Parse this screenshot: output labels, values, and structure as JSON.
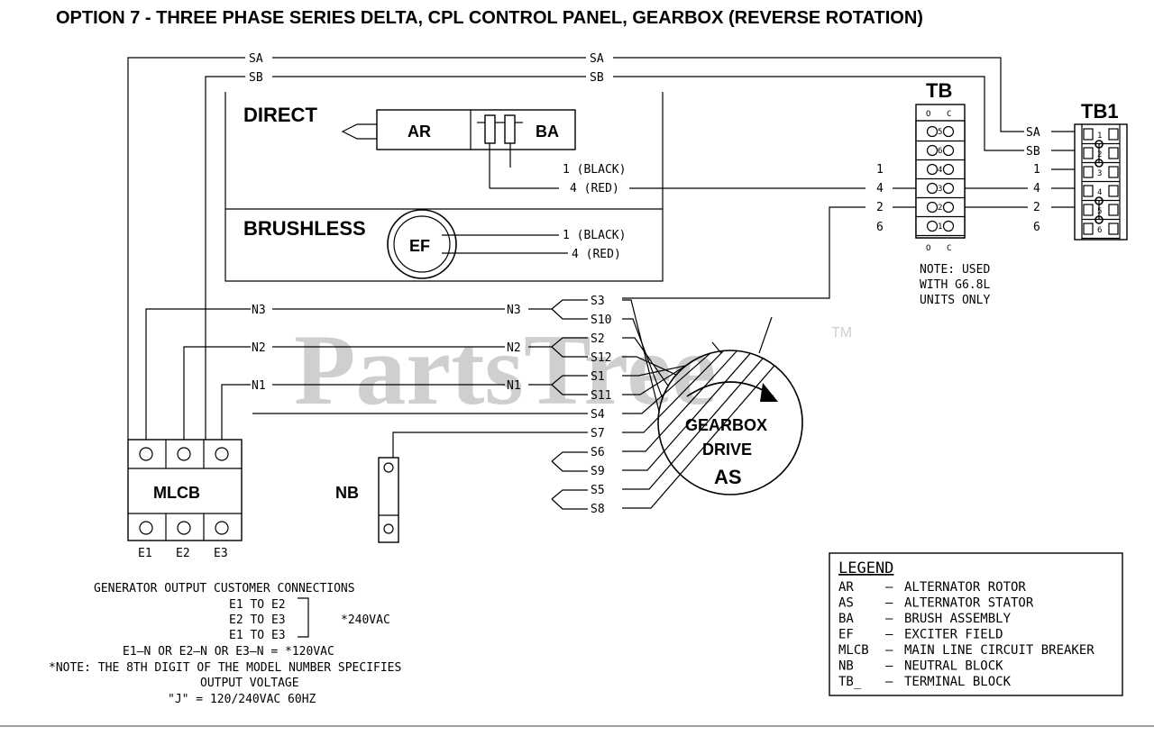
{
  "title": "OPTION 7 - THREE PHASE SERIES DELTA, CPL CONTROL PANEL, GEARBOX (REVERSE ROTATION)",
  "watermark": "PartsTree",
  "watermark_tm": "TM",
  "wire_labels": {
    "sa": "SA",
    "sb": "SB",
    "n1": "N1",
    "n2": "N2",
    "n3": "N3",
    "one": "1",
    "two": "2",
    "four": "4",
    "six": "6"
  },
  "direct": {
    "label": "DIRECT",
    "rotor": "AR",
    "brush": "BA",
    "wire1": "1 (BLACK)",
    "wire4": "4 (RED)"
  },
  "brushless": {
    "label": "BRUSHLESS",
    "exciter": "EF",
    "wire1": "1 (BLACK)",
    "wire4": "4 (RED)"
  },
  "tb": {
    "label": "TB",
    "cols": [
      "O",
      "C"
    ],
    "rows": [
      "5",
      "6",
      "4",
      "3",
      "2",
      "1"
    ],
    "note": [
      "NOTE: USED",
      "WITH G6.8L",
      "UNITS ONLY"
    ]
  },
  "tb1": {
    "label": "TB1",
    "rows": [
      "1",
      "2",
      "3",
      "4",
      "5",
      "6"
    ]
  },
  "stator": {
    "line1": "GEARBOX",
    "line2": "DRIVE",
    "line3": "AS",
    "leads": [
      "S3",
      "S10",
      "S2",
      "S12",
      "S1",
      "S11",
      "S4",
      "S7",
      "S6",
      "S9",
      "S5",
      "S8"
    ]
  },
  "mlcb": {
    "label": "MLCB",
    "outputs": [
      "E1",
      "E2",
      "E3"
    ]
  },
  "nb": {
    "label": "NB"
  },
  "output_notes": {
    "heading": "GENERATOR OUTPUT CUSTOMER CONNECTIONS",
    "pairs": [
      "E1 TO E2",
      "E2 TO E3",
      "E1 TO E3"
    ],
    "voltage": "*240VAC",
    "neutral": "E1–N OR E2–N OR E3–N = *120VAC",
    "note_line1": "*NOTE: THE 8TH DIGIT OF THE MODEL NUMBER SPECIFIES",
    "note_line2": "OUTPUT VOLTAGE",
    "note_line3": "\"J\" = 120/240VAC 60HZ"
  },
  "legend": {
    "title": "LEGEND",
    "items": [
      {
        "code": "AR",
        "desc": "ALTERNATOR ROTOR"
      },
      {
        "code": "AS",
        "desc": "ALTERNATOR STATOR"
      },
      {
        "code": "BA",
        "desc": "BRUSH ASSEMBLY"
      },
      {
        "code": "EF",
        "desc": "EXCITER FIELD"
      },
      {
        "code": "MLCB",
        "desc": "MAIN LINE CIRCUIT BREAKER"
      },
      {
        "code": "NB",
        "desc": "NEUTRAL BLOCK"
      },
      {
        "code": "TB_",
        "desc": "TERMINAL BLOCK"
      }
    ]
  }
}
